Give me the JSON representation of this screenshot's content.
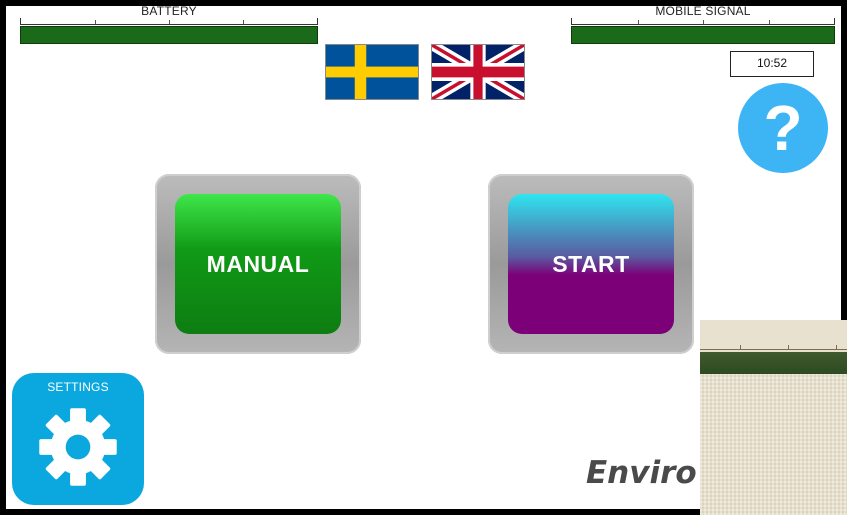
{
  "battery": {
    "label": "BATTERY",
    "level_percent": 100,
    "color": "#1a6a1a"
  },
  "signal": {
    "label": "MOBILE SIGNAL",
    "level_percent": 100,
    "color": "#1a6a1a"
  },
  "languages": [
    {
      "code": "sv",
      "icon": "swedish-flag-icon"
    },
    {
      "code": "en",
      "icon": "uk-flag-icon"
    }
  ],
  "clock": {
    "time": "10:52"
  },
  "help": {
    "glyph": "?",
    "icon": "help-icon",
    "color": "#3db5f5"
  },
  "buttons": {
    "manual": {
      "label": "MANUAL",
      "color": "#0e7d12"
    },
    "start": {
      "label": "START",
      "color": "#7c0078"
    }
  },
  "settings": {
    "label": "SETTINGS",
    "icon": "gear-icon",
    "color": "#0aa8de"
  },
  "brand": {
    "text": "Enviro"
  }
}
